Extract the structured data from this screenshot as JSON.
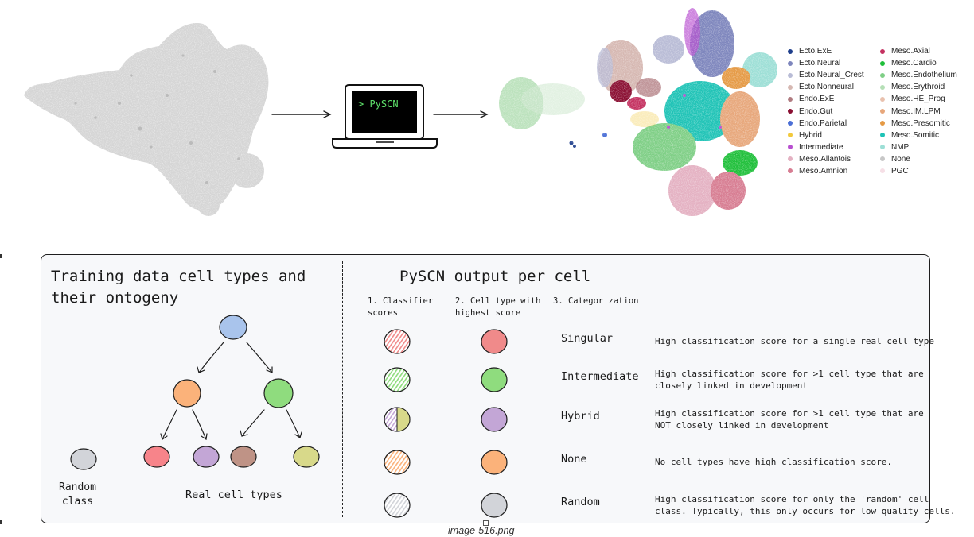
{
  "top": {
    "terminal_text": "> PySCN",
    "legend_left": [
      {
        "label": "Ecto.ExE",
        "color": "#1f3f8c"
      },
      {
        "label": "Ecto.Neural",
        "color": "#7e86bd"
      },
      {
        "label": "Ecto.Neural_Crest",
        "color": "#b9bcd6"
      },
      {
        "label": "Ecto.Nonneural",
        "color": "#d6b8b2"
      },
      {
        "label": "Endo.ExE",
        "color": "#b07b80"
      },
      {
        "label": "Endo.Gut",
        "color": "#8a0f32"
      },
      {
        "label": "Endo.Parietal",
        "color": "#4b6fd6"
      },
      {
        "label": "Hybrid",
        "color": "#f2c93c"
      },
      {
        "label": "Intermediate",
        "color": "#b84fd0"
      },
      {
        "label": "Meso.Allantois",
        "color": "#e4b1c2"
      },
      {
        "label": "Meso.Amnion",
        "color": "#d77d92"
      }
    ],
    "legend_right": [
      {
        "label": "Meso.Axial",
        "color": "#c43160"
      },
      {
        "label": "Meso.Cardio",
        "color": "#1fbf3a"
      },
      {
        "label": "Meso.Endothelium",
        "color": "#7fcf86"
      },
      {
        "label": "Meso.Erythroid",
        "color": "#b5dfb6"
      },
      {
        "label": "Meso.HE_Prog",
        "color": "#e9c1ae"
      },
      {
        "label": "Meso.IM.LPM",
        "color": "#e7a77b"
      },
      {
        "label": "Meso.Presomitic",
        "color": "#e59a45"
      },
      {
        "label": "Meso.Somitic",
        "color": "#1fc3b6"
      },
      {
        "label": "NMP",
        "color": "#9ddfd6"
      },
      {
        "label": "None",
        "color": "#c7c7c7"
      },
      {
        "label": "PGC",
        "color": "#f6dfe6"
      }
    ]
  },
  "panel": {
    "left_title": "Training data cell types and\ntheir ontogeny",
    "random_label": "Random\nclass",
    "real_label": "Real cell types",
    "right_title": "PySCN output per cell",
    "col1": "1. Classifier\nscores",
    "col2": "2. Cell type with\nhighest score",
    "col3": "3. Categorization",
    "rows": [
      {
        "category": "Singular",
        "description": "High classification score for a single real cell type",
        "color": "#f08a8a"
      },
      {
        "category": "Intermediate",
        "description": "High classification score for >1 cell type that are\nclosely linked in development",
        "color": "#8fdc7e"
      },
      {
        "category": "Hybrid",
        "description": "High classification score for >1 cell type that are\nNOT closely linked in development",
        "color": "#c3a6d6"
      },
      {
        "category": "None",
        "description": "No cell types have high classification score.",
        "color": "#fbb27a"
      },
      {
        "category": "Random",
        "description": "High classification score for only the 'random' cell\nclass. Typically, this only occurs for low quality cells.",
        "color": "#d2d4d9"
      }
    ],
    "tree_colors": {
      "root": "#a9c4ec",
      "left": "#fbb27a",
      "right": "#8fdc7e",
      "leaves": [
        "#f7848a",
        "#c3a6d6",
        "#bf9386",
        "#d8d98a"
      ],
      "random": "#d2d4d9"
    }
  },
  "footer": {
    "filename": "image-516.png"
  }
}
